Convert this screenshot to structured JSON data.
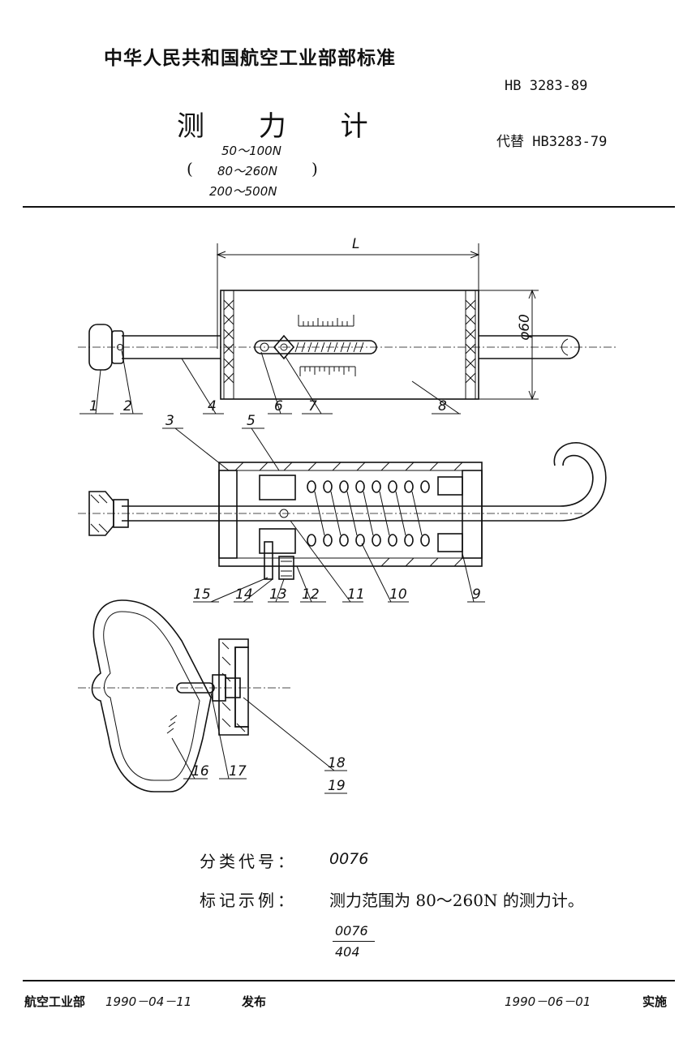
{
  "header": {
    "organization": "中华人民共和国航空工业部部标准",
    "standard_number": "HB 3283-89",
    "title": "测 力 计",
    "ranges": [
      "50～100N",
      "80～260N",
      "200～500N"
    ],
    "replaces": "代替 HB3283-79"
  },
  "drawing": {
    "dim_length": "L",
    "dim_diameter": "φ60",
    "part_labels": [
      "1",
      "2",
      "3",
      "4",
      "5",
      "6",
      "7",
      "8",
      "9",
      "10",
      "11",
      "12",
      "13",
      "14",
      "15",
      "16",
      "17",
      "18",
      "19"
    ]
  },
  "classification": {
    "label": "分类代号：",
    "value": "0076"
  },
  "marking": {
    "label": "标记示例：",
    "value": "测力范围为 80～260N 的测力计。",
    "fraction_numerator": "0076",
    "fraction_denominator": "404"
  },
  "footer": {
    "issuer": "航空工业部",
    "issue_date": "1990－04－11",
    "issue_word": "发布",
    "effective_date": "1990－06－01",
    "effective_word": "实施"
  }
}
